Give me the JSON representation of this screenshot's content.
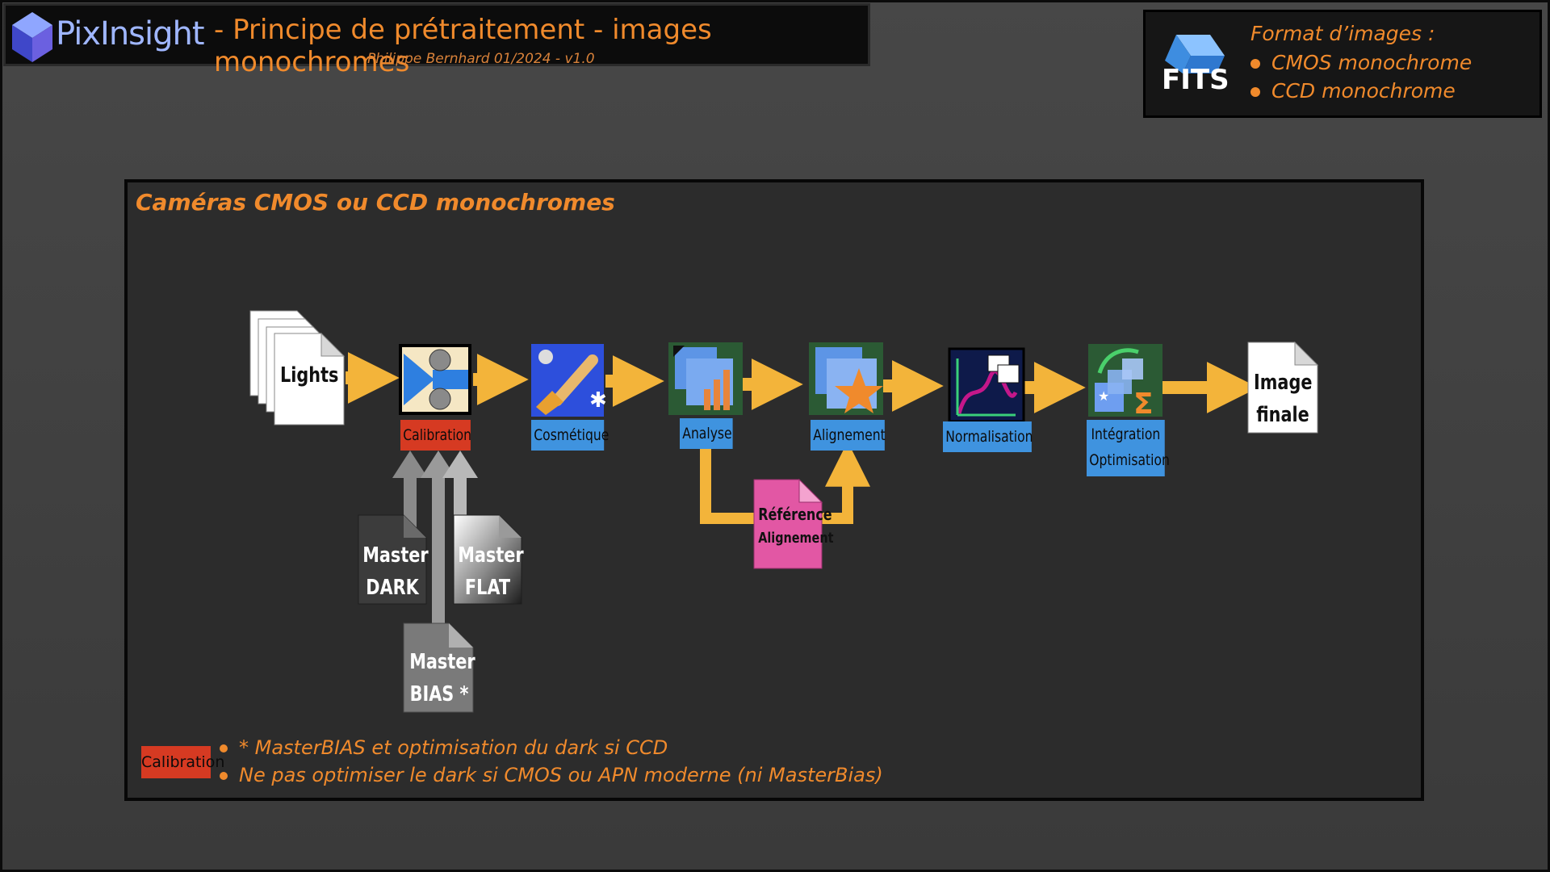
{
  "header": {
    "brand": "PixInsight",
    "title": "- Principe de prétraitement - images monochromes",
    "author": "Philippe Bernhard 01/2024 - v1.0"
  },
  "format_box": {
    "badge": "FITS",
    "title": "Format d’images :",
    "items": [
      "CMOS monochrome",
      "CCD monochrome"
    ]
  },
  "panel": {
    "title": "Caméras CMOS ou CCD monochromes"
  },
  "nodes": {
    "lights": "Lights",
    "calibration": "Calibration",
    "cosmetique": "Cosmétique",
    "analyse": "Analyse",
    "alignement": "Alignement",
    "normalisation": "Normalisation",
    "integration_1": "Intégration",
    "integration_2": "Optimisation",
    "image_1": "Image",
    "image_2": "finale",
    "reference_1": "Référence",
    "reference_2": "Alignement",
    "dark_1": "Master",
    "dark_2": "DARK",
    "flat_1": "Master",
    "flat_2": "FLAT",
    "bias_1": "Master",
    "bias_2": "BIAS *"
  },
  "legend": {
    "badge": "Calibration",
    "notes": [
      "* MasterBIAS et optimisation du dark si CCD",
      "Ne pas optimiser le dark si CMOS ou APN moderne (ni MasterBias)"
    ]
  },
  "colors": {
    "accent": "#f08a2c",
    "arrow": "#f3b43a",
    "label_blue": "#3f93df",
    "calibration_red": "#d63a22",
    "reference_pink": "#e257a4"
  },
  "icons": [
    "pixinsight-cube-icon",
    "fits-icon",
    "calibration-icon",
    "cosmetic-icon",
    "analysis-icon",
    "alignment-icon",
    "normalisation-icon",
    "integration-icon"
  ]
}
